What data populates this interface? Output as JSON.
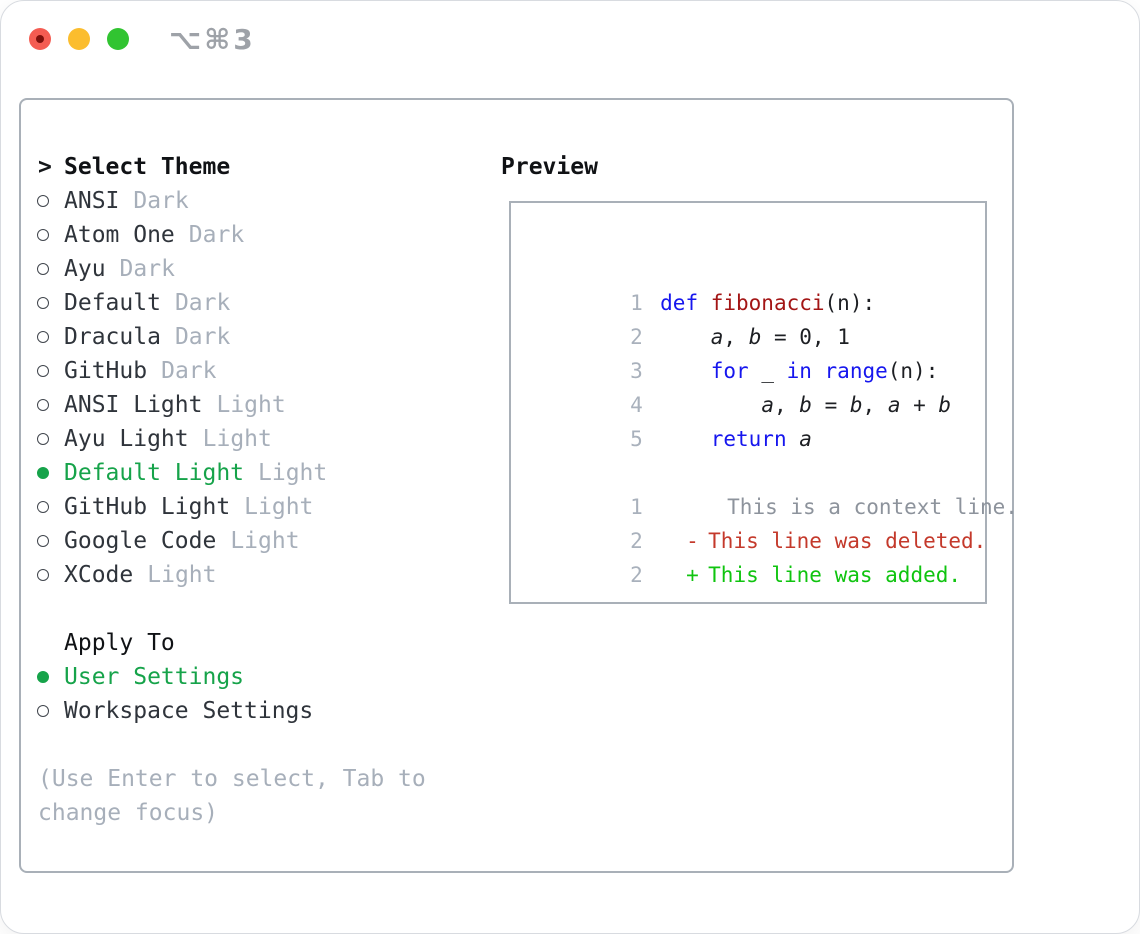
{
  "window": {
    "shortcut": "⌥⌘3"
  },
  "theme_panel": {
    "prompt": ">",
    "title": "Select Theme",
    "themes": [
      {
        "name": "ANSI",
        "variant": "Dark",
        "selected": false
      },
      {
        "name": "Atom One",
        "variant": "Dark",
        "selected": false
      },
      {
        "name": "Ayu",
        "variant": "Dark",
        "selected": false
      },
      {
        "name": "Default",
        "variant": "Dark",
        "selected": false
      },
      {
        "name": "Dracula",
        "variant": "Dark",
        "selected": false
      },
      {
        "name": "GitHub",
        "variant": "Dark",
        "selected": false
      },
      {
        "name": "ANSI Light",
        "variant": "Light",
        "selected": false
      },
      {
        "name": "Ayu Light",
        "variant": "Light",
        "selected": false
      },
      {
        "name": "Default Light",
        "variant": "Light",
        "selected": true
      },
      {
        "name": "GitHub Light",
        "variant": "Light",
        "selected": false
      },
      {
        "name": "Google Code",
        "variant": "Light",
        "selected": false
      },
      {
        "name": "XCode",
        "variant": "Light",
        "selected": false
      }
    ],
    "apply_to": {
      "title": "Apply To",
      "options": [
        {
          "label": "User Settings",
          "selected": true
        },
        {
          "label": "Workspace Settings",
          "selected": false
        }
      ]
    },
    "help": [
      "(Use Enter to select, Tab to",
      "change focus)"
    ]
  },
  "preview": {
    "title": "Preview",
    "code_lines": [
      {
        "num": "1",
        "segs": [
          "def ",
          "fibonacci",
          "(n):"
        ]
      },
      {
        "num": "2",
        "segs": [
          "    ",
          "a",
          ", ",
          "b",
          " = 0, 1"
        ]
      },
      {
        "num": "3",
        "segs": [
          "    ",
          "for ",
          "_ ",
          "in range",
          "(n):"
        ]
      },
      {
        "num": "4",
        "segs": [
          "        ",
          "a",
          ", ",
          "b",
          " = ",
          "b",
          ", ",
          "a",
          " + ",
          "b"
        ]
      },
      {
        "num": "5",
        "segs": [
          "    ",
          "return ",
          "a"
        ]
      }
    ],
    "diff_lines": [
      {
        "num": "1",
        "marker": "",
        "text": "This is a context line.",
        "kind": "context"
      },
      {
        "num": "2",
        "marker": "-",
        "text": "This line was deleted.",
        "kind": "deleted"
      },
      {
        "num": "2",
        "marker": "+",
        "text": "This line was added.",
        "kind": "added"
      }
    ]
  },
  "colors": {
    "selection_green": "#16a34a",
    "added_green": "#0fc40f",
    "deleted_red": "#c4392b",
    "keyword_blue": "#1616ee",
    "function_red": "#a31515",
    "muted_gray": "#a7afba",
    "context_gray": "#8d939c",
    "border_gray": "#a9b0b8",
    "traffic_red": "#f45c52",
    "traffic_yellow": "#fbbd2e",
    "traffic_green": "#31c431"
  }
}
